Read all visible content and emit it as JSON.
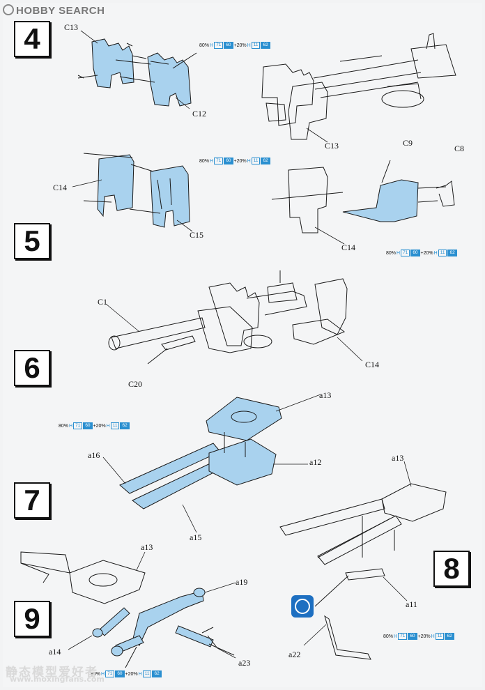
{
  "watermark": {
    "site": "HOBBY SEARCH",
    "bottom_cn": "静态模型爱好者",
    "bottom_url": "www.moxingfans.com"
  },
  "steps": [
    "4",
    "5",
    "6",
    "7",
    "8",
    "9"
  ],
  "parts": {
    "c13a": "C13",
    "c12": "C12",
    "c13b": "C13",
    "c14a": "C14",
    "c15": "C15",
    "c9": "C9",
    "c8": "C8",
    "c14b": "C14",
    "c1": "C1",
    "c20": "C20",
    "c14c": "C14",
    "a13a": "a13",
    "a16": "a16",
    "a12": "a12",
    "a15": "a15",
    "a13b": "a13",
    "a11": "a11",
    "a22": "a22",
    "a13c": "a13",
    "a19": "a19",
    "a14": "a14",
    "a23": "a23"
  },
  "paint_mix": {
    "pct1": "80%",
    "h1": "H",
    "c1a": "71",
    "c1b": "60",
    "plus": "+20%",
    "h2": "H",
    "c2a": "11",
    "c2b": "62"
  },
  "colors": {
    "part_fill": "#a9d2ee",
    "line": "#1a1a1a",
    "paint_blue": "#2a8fd0",
    "step_border": "#111111"
  }
}
